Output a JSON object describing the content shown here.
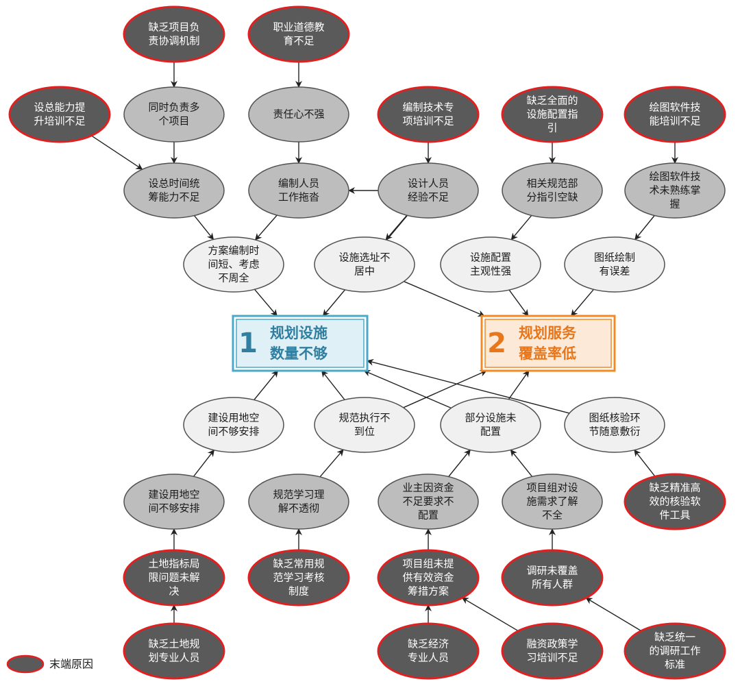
{
  "colors": {
    "terminal_fill": "#5a5a5a",
    "terminal_stroke": "#e02020",
    "mid_fill": "#bdbdbd",
    "light_fill": "#f0f0f0",
    "node_stroke": "#505050",
    "arrow": "#222222",
    "root1_stroke": "#4aa8c8",
    "root1_fill": "#dff0f7",
    "root1_text": "#2f7fa0",
    "root2_stroke": "#f08a24",
    "root2_fill": "#fde9d7",
    "root2_text": "#e8761a"
  },
  "roots": [
    {
      "id": "r1",
      "number": "1",
      "lines": [
        "规划设施",
        "数量不够"
      ],
      "theme": "blue"
    },
    {
      "id": "r2",
      "number": "2",
      "lines": [
        "规划服务",
        "覆盖率低"
      ],
      "theme": "orange"
    }
  ],
  "nodes": [
    {
      "id": "n1",
      "kind": "terminal",
      "lines": [
        "缺乏项目负",
        "责协调机制"
      ]
    },
    {
      "id": "n2",
      "kind": "terminal",
      "lines": [
        "职业道德教",
        "育不足"
      ]
    },
    {
      "id": "n3",
      "kind": "terminal",
      "lines": [
        "设总能力提",
        "升培训不足"
      ]
    },
    {
      "id": "n4",
      "kind": "mid",
      "lines": [
        "同时负责多",
        "个项目"
      ]
    },
    {
      "id": "n5",
      "kind": "mid",
      "lines": [
        "责任心不强"
      ]
    },
    {
      "id": "n6",
      "kind": "terminal",
      "lines": [
        "编制技术专",
        "项培训不足"
      ]
    },
    {
      "id": "n7",
      "kind": "terminal",
      "lines": [
        "缺乏全面的",
        "设施配置指",
        "引"
      ]
    },
    {
      "id": "n8",
      "kind": "terminal",
      "lines": [
        "绘图软件技",
        "能培训不足"
      ]
    },
    {
      "id": "n9",
      "kind": "mid",
      "lines": [
        "设总时间统",
        "筹能力不足"
      ]
    },
    {
      "id": "n10",
      "kind": "mid",
      "lines": [
        "编制人员",
        "工作拖沓"
      ]
    },
    {
      "id": "n11",
      "kind": "mid",
      "lines": [
        "设计人员",
        "经验不足"
      ]
    },
    {
      "id": "n12",
      "kind": "mid",
      "lines": [
        "相关规范部",
        "分指引空缺"
      ]
    },
    {
      "id": "n13",
      "kind": "mid",
      "lines": [
        "绘图软件技",
        "术未熟练掌",
        "握"
      ]
    },
    {
      "id": "n14",
      "kind": "light",
      "lines": [
        "方案编制时",
        "间短、考虑",
        "不周全"
      ]
    },
    {
      "id": "n15",
      "kind": "light",
      "lines": [
        "设施选址不",
        "居中"
      ]
    },
    {
      "id": "n16",
      "kind": "light",
      "lines": [
        "设施配置",
        "主观性强"
      ]
    },
    {
      "id": "n17",
      "kind": "light",
      "lines": [
        "图纸绘制",
        "有误差"
      ]
    },
    {
      "id": "n18",
      "kind": "light",
      "lines": [
        "建设用地空",
        "间不够安排"
      ]
    },
    {
      "id": "n19",
      "kind": "light",
      "lines": [
        "规范执行不",
        "到位"
      ]
    },
    {
      "id": "n20",
      "kind": "light",
      "lines": [
        "部分设施未",
        "配置"
      ]
    },
    {
      "id": "n21",
      "kind": "light",
      "lines": [
        "图纸核验环",
        "节随意敷衍"
      ]
    },
    {
      "id": "n22",
      "kind": "mid",
      "lines": [
        "建设用地空",
        "间不够安排"
      ]
    },
    {
      "id": "n23",
      "kind": "mid",
      "lines": [
        "规范学习理",
        "解不透彻"
      ]
    },
    {
      "id": "n24",
      "kind": "mid",
      "lines": [
        "业主因资金",
        "不足要求不",
        "配置"
      ]
    },
    {
      "id": "n25",
      "kind": "mid",
      "lines": [
        "项目组对设",
        "施需求了解",
        "不全"
      ]
    },
    {
      "id": "n26",
      "kind": "terminal",
      "lines": [
        "缺乏精准高",
        "效的核验软",
        "件工具"
      ]
    },
    {
      "id": "n27",
      "kind": "terminal",
      "lines": [
        "土地指标局",
        "限问题未解",
        "决"
      ]
    },
    {
      "id": "n28",
      "kind": "terminal",
      "lines": [
        "缺乏常用规",
        "范学习考核",
        "制度"
      ]
    },
    {
      "id": "n29",
      "kind": "terminal",
      "lines": [
        "项目组未提",
        "供有效资金",
        "筹措方案"
      ]
    },
    {
      "id": "n30",
      "kind": "terminal",
      "lines": [
        "调研未覆盖",
        "所有人群"
      ]
    },
    {
      "id": "n31",
      "kind": "terminal",
      "lines": [
        "缺乏土地规",
        "划专业人员"
      ]
    },
    {
      "id": "n32",
      "kind": "terminal",
      "lines": [
        "缺乏经济",
        "专业人员"
      ]
    },
    {
      "id": "n33",
      "kind": "terminal",
      "lines": [
        "融资政策学",
        "习培训不足"
      ]
    },
    {
      "id": "n34",
      "kind": "terminal",
      "lines": [
        "缺乏统一",
        "的调研工作",
        "标准"
      ]
    }
  ],
  "edges": [
    {
      "from": "n1",
      "to": "n4"
    },
    {
      "from": "n2",
      "to": "n5"
    },
    {
      "from": "n4",
      "to": "n9"
    },
    {
      "from": "n3",
      "to": "n9"
    },
    {
      "from": "n5",
      "to": "n10"
    },
    {
      "from": "n6",
      "to": "n11"
    },
    {
      "from": "n11",
      "to": "n10"
    },
    {
      "from": "n7",
      "to": "n12"
    },
    {
      "from": "n8",
      "to": "n13"
    },
    {
      "from": "n9",
      "to": "n14"
    },
    {
      "from": "n10",
      "to": "n14"
    },
    {
      "from": "n11",
      "to": "n15"
    },
    {
      "from": "n11",
      "to": "r1"
    },
    {
      "from": "n12",
      "to": "n16"
    },
    {
      "from": "n13",
      "to": "n17"
    },
    {
      "from": "n14",
      "to": "r1"
    },
    {
      "from": "n15",
      "to": "r2"
    },
    {
      "from": "n16",
      "to": "r2"
    },
    {
      "from": "n17",
      "to": "r2"
    },
    {
      "from": "n18",
      "to": "r1"
    },
    {
      "from": "n19",
      "to": "r1"
    },
    {
      "from": "n19",
      "to": "r2"
    },
    {
      "from": "n20",
      "to": "r1"
    },
    {
      "from": "n20",
      "to": "r2"
    },
    {
      "from": "n21",
      "to": "r1"
    },
    {
      "from": "n22",
      "to": "n18"
    },
    {
      "from": "n23",
      "to": "n19"
    },
    {
      "from": "n24",
      "to": "n20"
    },
    {
      "from": "n25",
      "to": "n20"
    },
    {
      "from": "n26",
      "to": "n21"
    },
    {
      "from": "n27",
      "to": "n22"
    },
    {
      "from": "n28",
      "to": "n23"
    },
    {
      "from": "n29",
      "to": "n24"
    },
    {
      "from": "n30",
      "to": "n25"
    },
    {
      "from": "n31",
      "to": "n27"
    },
    {
      "from": "n32",
      "to": "n29"
    },
    {
      "from": "n33",
      "to": "n29"
    },
    {
      "from": "n34",
      "to": "n30"
    }
  ],
  "legend": {
    "label": "末端原因"
  }
}
